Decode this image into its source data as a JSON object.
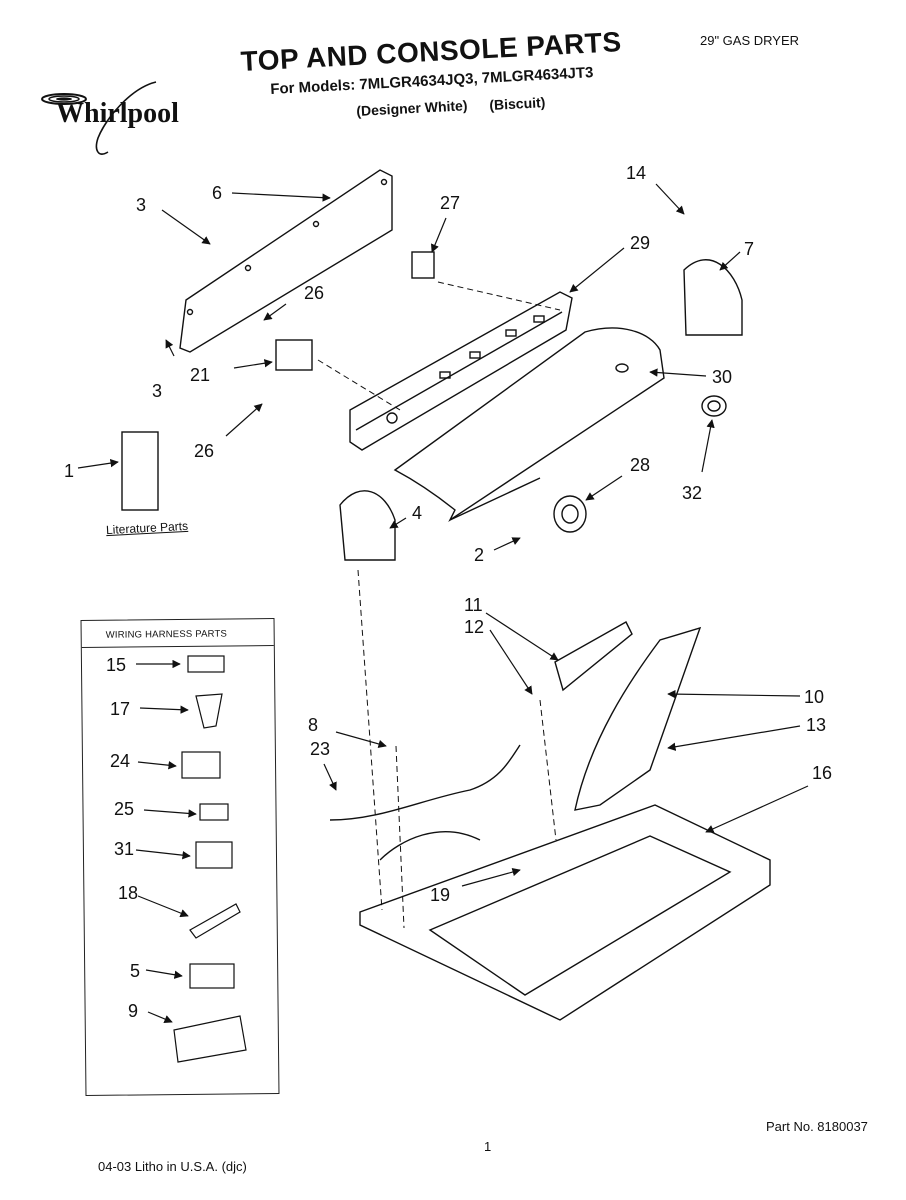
{
  "header": {
    "title": "TOP AND CONSOLE PARTS",
    "models": "For Models: 7MLGR4634JQ3, 7MLGR4634JT3",
    "variant_1": "(Designer White)",
    "variant_2": "(Biscuit)",
    "product": "29\" GAS DRYER",
    "brand": "Whirlpool"
  },
  "labels": {
    "literature": "Literature Parts",
    "wiring_header": "WIRING HARNESS PARTS"
  },
  "callouts": {
    "c1": "1",
    "c2": "2",
    "c3a": "3",
    "c3b": "3",
    "c4": "4",
    "c6": "6",
    "c7": "7",
    "c8": "8",
    "c10": "10",
    "c11": "11",
    "c12": "12",
    "c13": "13",
    "c14": "14",
    "c16": "16",
    "c19": "19",
    "c21": "21",
    "c23": "23",
    "c26a": "26",
    "c26b": "26",
    "c27": "27",
    "c28": "28",
    "c29": "29",
    "c30": "30",
    "c32": "32",
    "c15": "15",
    "c17": "17",
    "c24": "24",
    "c25": "25",
    "c31": "31",
    "c18": "18",
    "c5": "5",
    "c9": "9"
  },
  "footer": {
    "part_no": "Part No. 8180037",
    "page": "1",
    "litho": "04-03 Litho in U.S.A. (djc)"
  }
}
